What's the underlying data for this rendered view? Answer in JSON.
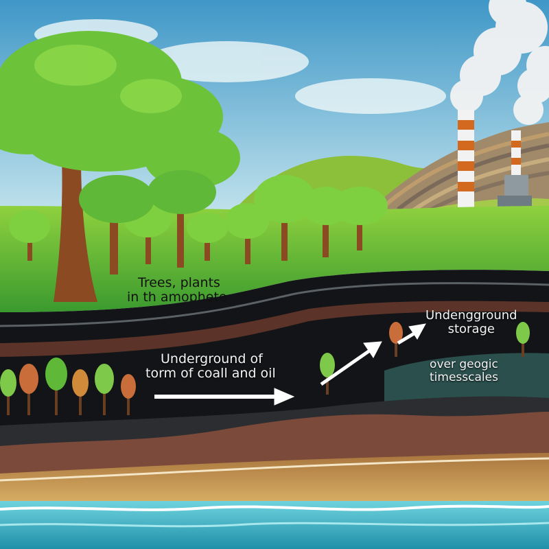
{
  "labels": {
    "trees": [
      "Trees, plants",
      "in th amophete"
    ],
    "coal": [
      "Underground of",
      "torm of coall and oil"
    ],
    "storage": [
      "Undengground",
      "storage"
    ],
    "timescale": [
      "over geogic",
      "timesscales"
    ]
  },
  "colors": {
    "sky_top": "#3f97c7",
    "sky_bottom": "#d5eef2",
    "grass": "#5cb83a",
    "coal_layer": "#121417",
    "soil": "#7b4a3a",
    "sand": "#c3954f",
    "water": "#3fb0c9",
    "arrow": "#ffffff"
  },
  "icons": [
    "tree-icon",
    "smokestack-icon",
    "smoke-icon",
    "arrow-icon"
  ]
}
